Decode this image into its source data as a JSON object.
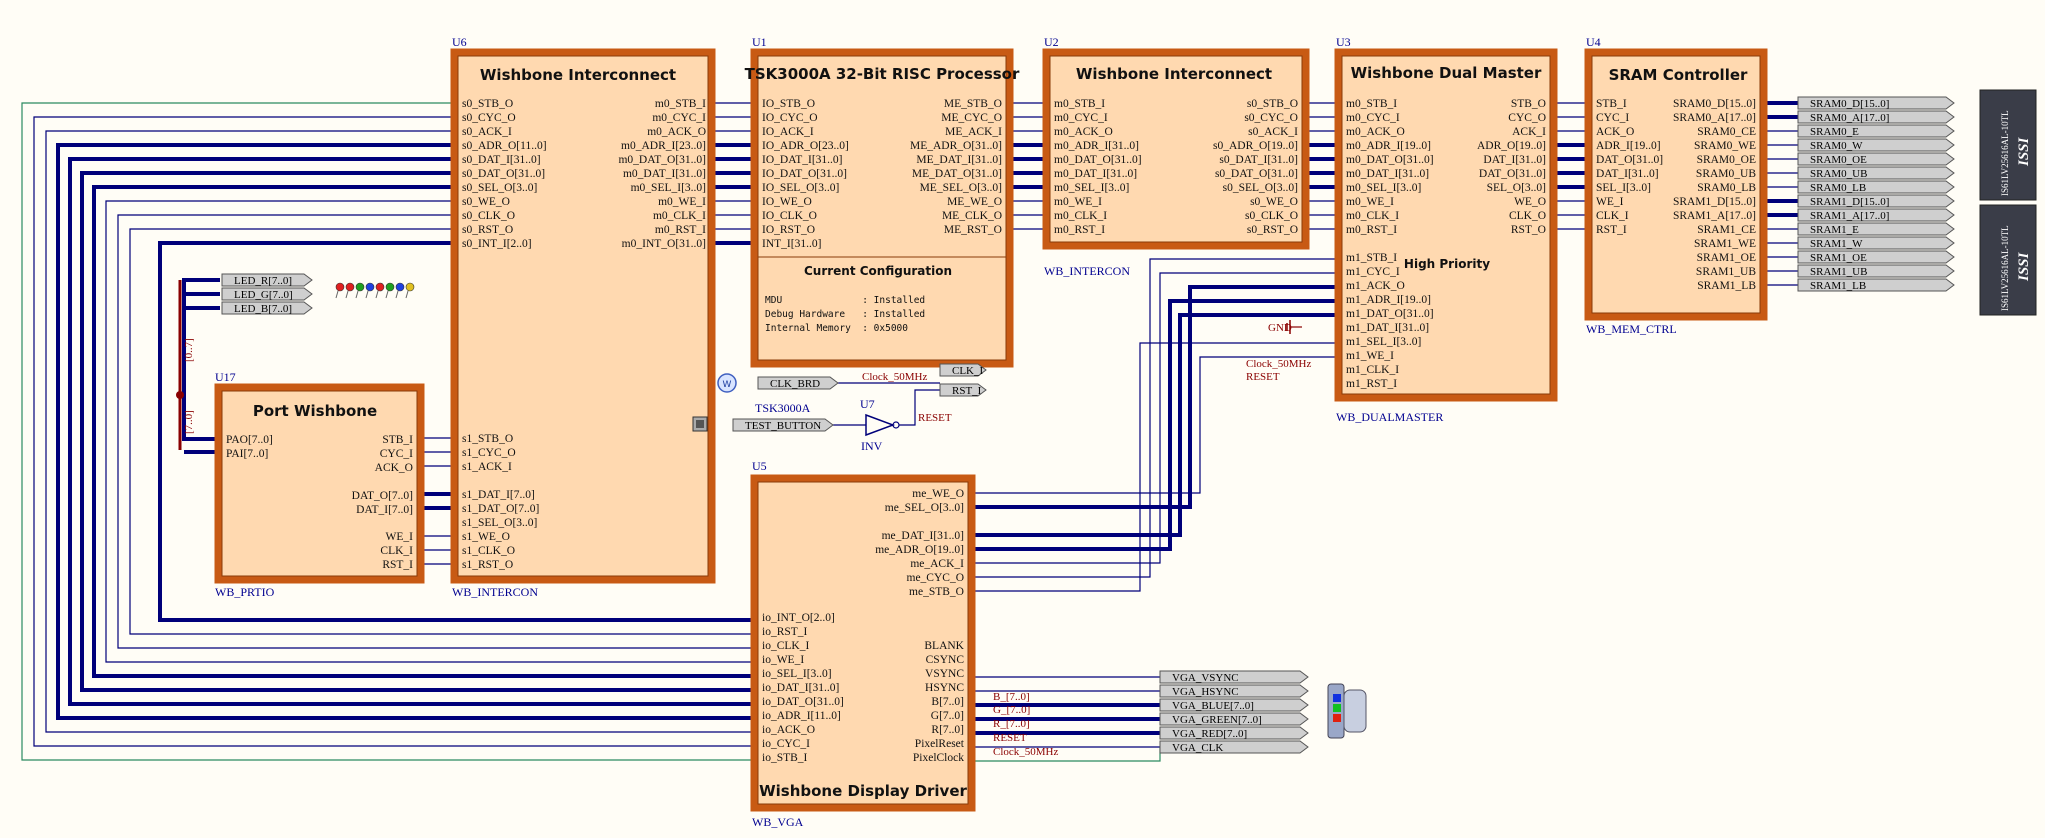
{
  "components": {
    "u6": {
      "designator": "U6",
      "title": "Wishbone Interconnect",
      "instance": "WB_INTERCON",
      "left": [
        "s0_STB_O",
        "s0_CYC_O",
        "s0_ACK_I",
        "s0_ADR_O[11..0]",
        "s0_DAT_I[31..0]",
        "s0_DAT_O[31..0]",
        "s0_SEL_O[3..0]",
        "s0_WE_O",
        "s0_CLK_O",
        "s0_RST_O",
        "s0_INT_I[2..0]"
      ],
      "left2": [
        "s1_STB_O",
        "s1_CYC_O",
        "s1_ACK_I",
        "s1_DAT_I[7..0]",
        "s1_DAT_O[7..0]",
        "s1_SEL_O[3..0]",
        "s1_WE_O",
        "s1_CLK_O",
        "s1_RST_O"
      ],
      "right": [
        "m0_STB_I",
        "m0_CYC_I",
        "m0_ACK_O",
        "m0_ADR_I[23..0]",
        "m0_DAT_O[31..0]",
        "m0_DAT_I[31..0]",
        "m0_SEL_I[3..0]",
        "m0_WE_I",
        "m0_CLK_I",
        "m0_RST_I",
        "m0_INT_O[31..0]"
      ]
    },
    "u1": {
      "designator": "U1",
      "title": "TSK3000A 32-Bit RISC Processor",
      "instance": "TSK3000A",
      "left": [
        "IO_STB_O",
        "IO_CYC_O",
        "IO_ACK_I",
        "IO_ADR_O[23..0]",
        "IO_DAT_I[31..0]",
        "IO_DAT_O[31..0]",
        "IO_SEL_O[3..0]",
        "IO_WE_O",
        "IO_CLK_O",
        "IO_RST_O",
        "INT_I[31..0]"
      ],
      "right": [
        "ME_STB_O",
        "ME_CYC_O",
        "ME_ACK_I",
        "ME_ADR_O[31..0]",
        "ME_DAT_I[31..0]",
        "ME_DAT_O[31..0]",
        "ME_SEL_O[3..0]",
        "ME_WE_O",
        "ME_CLK_O",
        "ME_RST_O"
      ],
      "right2": [
        "CLK_I",
        "RST_I"
      ],
      "config_title": "Current Configuration",
      "config": [
        "MDU              : Installed",
        "Debug Hardware   : Installed",
        "Internal Memory  : 0x5000"
      ]
    },
    "u2": {
      "designator": "U2",
      "title": "Wishbone Interconnect",
      "instance": "WB_INTERCON",
      "left": [
        "m0_STB_I",
        "m0_CYC_I",
        "m0_ACK_O",
        "m0_ADR_I[31..0]",
        "m0_DAT_O[31..0]",
        "m0_DAT_I[31..0]",
        "m0_SEL_I[3..0]",
        "m0_WE_I",
        "m0_CLK_I",
        "m0_RST_I"
      ],
      "right": [
        "s0_STB_O",
        "s0_CYC_O",
        "s0_ACK_I",
        "s0_ADR_O[19..0]",
        "s0_DAT_I[31..0]",
        "s0_DAT_O[31..0]",
        "s0_SEL_O[3..0]",
        "s0_WE_O",
        "s0_CLK_O",
        "s0_RST_O"
      ]
    },
    "u3": {
      "designator": "U3",
      "title": "Wishbone Dual Master",
      "instance": "WB_DUALMASTER",
      "priority": "High Priority",
      "left": [
        "m0_STB_I",
        "m0_CYC_I",
        "m0_ACK_O",
        "m0_ADR_I[19..0]",
        "m0_DAT_O[31..0]",
        "m0_DAT_I[31..0]",
        "m0_SEL_I[3..0]",
        "m0_WE_I",
        "m0_CLK_I",
        "m0_RST_I"
      ],
      "left2": [
        "m1_STB_I",
        "m1_CYC_I",
        "m1_ACK_O",
        "m1_ADR_I[19..0]",
        "m1_DAT_O[31..0]",
        "m1_DAT_I[31..0]",
        "m1_SEL_I[3..0]",
        "m1_WE_I",
        "m1_CLK_I",
        "m1_RST_I"
      ],
      "right": [
        "STB_O",
        "CYC_O",
        "ACK_I",
        "ADR_O[19..0]",
        "DAT_I[31..0]",
        "DAT_O[31..0]",
        "SEL_O[3..0]",
        "WE_O",
        "CLK_O",
        "RST_O"
      ]
    },
    "u4": {
      "designator": "U4",
      "title": "SRAM Controller",
      "instance": "WB_MEM_CTRL",
      "left": [
        "STB_I",
        "CYC_I",
        "ACK_O",
        "ADR_I[19..0]",
        "DAT_O[31..0]",
        "DAT_I[31..0]",
        "SEL_I[3..0]",
        "WE_I",
        "CLK_I",
        "RST_I"
      ],
      "right": [
        "SRAM0_D[15..0]",
        "SRAM0_A[17..0]",
        "SRAM0_CE",
        "SRAM0_WE",
        "SRAM0_OE",
        "SRAM0_UB",
        "SRAM0_LB",
        "SRAM1_D[15..0]",
        "SRAM1_A[17..0]",
        "SRAM1_CE",
        "SRAM1_WE",
        "SRAM1_OE",
        "SRAM1_UB",
        "SRAM1_LB"
      ]
    },
    "u17": {
      "designator": "U17",
      "title": "Port Wishbone",
      "instance": "WB_PRTIO",
      "left": [
        "PAO[7..0]",
        "PAI[7..0]"
      ],
      "right": [
        "STB_I",
        "CYC_I",
        "ACK_O",
        "DAT_O[7..0]",
        "DAT_I[7..0]",
        "WE_I",
        "CLK_I",
        "RST_I"
      ]
    },
    "u5": {
      "designator": "U5",
      "title": "Wishbone Display Driver",
      "instance": "WB_VGA",
      "right": [
        "me_WE_O",
        "me_SEL_O[3..0]",
        "me_DAT_I[31..0]",
        "me_ADR_O[19..0]",
        "me_ACK_I",
        "me_CYC_O",
        "me_STB_O"
      ],
      "left": [
        "io_INT_O[2..0]",
        "io_RST_I",
        "io_CLK_I",
        "io_WE_I",
        "io_SEL_I[3..0]",
        "io_DAT_I[31..0]",
        "io_DAT_O[31..0]",
        "io_ADR_I[11..0]",
        "io_ACK_O",
        "io_CYC_I",
        "io_STB_I"
      ],
      "right2": [
        "BLANK",
        "CSYNC",
        "VSYNC",
        "HSYNC",
        "B[7..0]",
        "G[7..0]",
        "R[7..0]",
        "PixelReset",
        "PixelClock"
      ]
    },
    "u7": {
      "designator": "U7",
      "instance": "INV"
    }
  },
  "ports": {
    "led": [
      "LED_R[7..0]",
      "LED_G[7..0]",
      "LED_B[7..0]"
    ],
    "sram": [
      "SRAM0_D[15..0]",
      "SRAM0_A[17..0]",
      "SRAM0_E",
      "SRAM0_W",
      "SRAM0_OE",
      "SRAM0_UB",
      "SRAM0_LB",
      "SRAM1_D[15..0]",
      "SRAM1_A[17..0]",
      "SRAM1_E",
      "SRAM1_W",
      "SRAM1_OE",
      "SRAM1_UB",
      "SRAM1_LB"
    ],
    "vga": [
      "VGA_VSYNC",
      "VGA_HSYNC",
      "VGA_BLUE[7..0]",
      "VGA_GREEN[7..0]",
      "VGA_RED[7..0]",
      "VGA_CLK"
    ],
    "clk_brd": "CLK_BRD",
    "test_button": "TEST_BUTTON"
  },
  "net_labels": {
    "clock1": "Clock_50MHz",
    "reset1": "RESET",
    "gnd": "GND",
    "clock2": "Clock_50MHz",
    "reset2": "RESET",
    "b": "B_[7..0]",
    "g": "G_[7..0]",
    "r": "R_[7..0]",
    "reset3": "RESET",
    "clock3": "Clock_50MHz",
    "bus1": "[0..7]",
    "bus2": "[7..0]"
  },
  "chips": [
    {
      "part": "IS61LV25616AL-10TL",
      "brand": "ISSI"
    },
    {
      "part": "IS61LV25616AL-10TL",
      "brand": "ISSI"
    }
  ],
  "colors": {
    "component_border": "#c85a14",
    "component_fill": "#ffd9b0",
    "bus": "#00007a",
    "wire": "#00008b",
    "designator": "#000090",
    "net_label": "#8a0000"
  }
}
